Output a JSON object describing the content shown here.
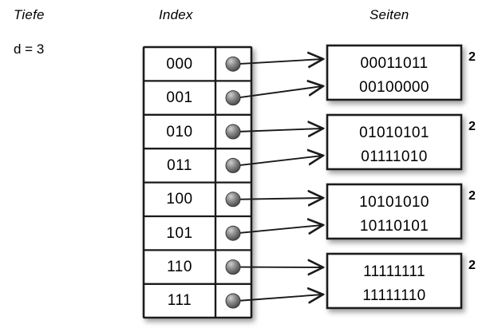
{
  "headings": {
    "depth": "Tiefe",
    "index": "Index",
    "pages": "Seiten"
  },
  "depth": {
    "label": "d = 3"
  },
  "index_table": {
    "rows": [
      {
        "key": "000",
        "pointer": "pointer-dot",
        "target": 0
      },
      {
        "key": "001",
        "pointer": "pointer-dot",
        "target": 0
      },
      {
        "key": "010",
        "pointer": "pointer-dot",
        "target": 1
      },
      {
        "key": "011",
        "pointer": "pointer-dot",
        "target": 1
      },
      {
        "key": "100",
        "pointer": "pointer-dot",
        "target": 2
      },
      {
        "key": "101",
        "pointer": "pointer-dot",
        "target": 2
      },
      {
        "key": "110",
        "pointer": "pointer-dot",
        "target": 3
      },
      {
        "key": "111",
        "pointer": "pointer-dot",
        "target": 3
      }
    ]
  },
  "pages": [
    {
      "line1": "00011011",
      "line2": "00100000",
      "local_depth": "2"
    },
    {
      "line1": "01010101",
      "line2": "01111010",
      "local_depth": "2"
    },
    {
      "line1": "10101010",
      "line2": "10110101",
      "local_depth": "2"
    },
    {
      "line1": "11111111",
      "line2": "11111110",
      "local_depth": "2"
    }
  ],
  "colors": {
    "background": "#ffffff",
    "stroke": "#1a1a1a",
    "text": "#000000",
    "dot_light": "#b5b5b5",
    "dot_dark": "#4a4a4a",
    "shadow": "#9a9a9a"
  }
}
